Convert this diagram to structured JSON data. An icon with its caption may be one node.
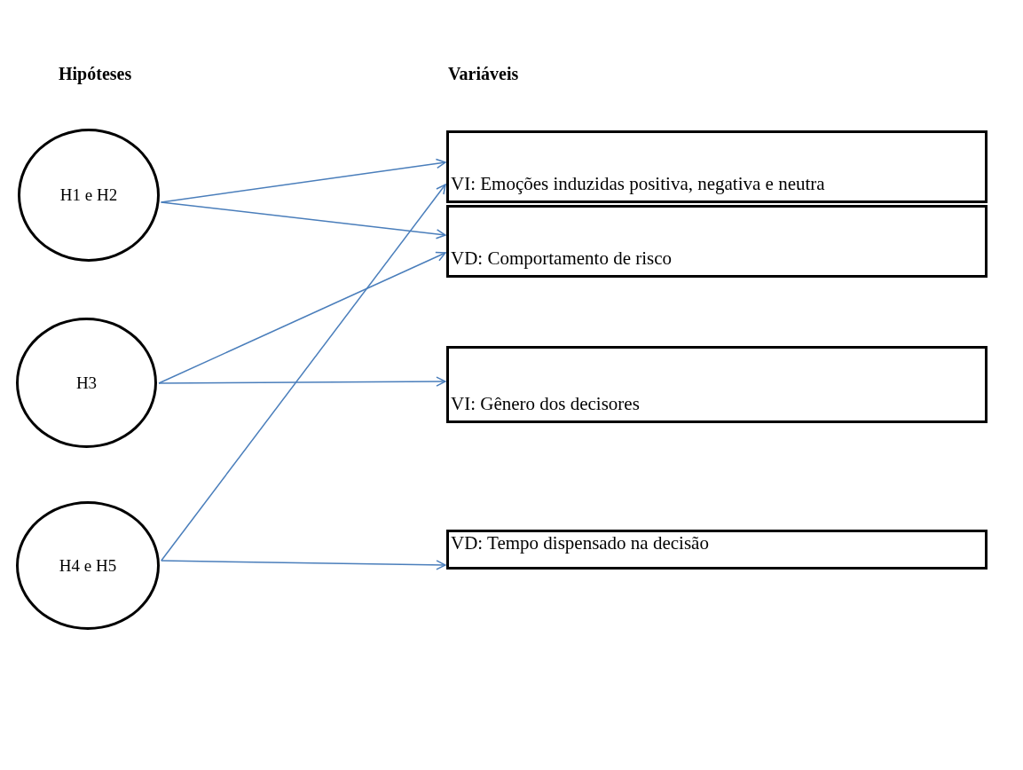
{
  "diagram": {
    "nodes": [
      {
        "text": [
          "H1 e H2"
        ]
      },
      {
        "text": [
          "H3"
        ]
      },
      {
        "text": [
          "H4 e H5"
        ]
      },
      {
        "text": [
          "VI: Emoções induzidas positiva, negativa e neutra"
        ]
      },
      {
        "text": [
          "VD: Comportamento de risco"
        ]
      },
      {
        "text": [
          "VI: Gênero dos decisores"
        ]
      },
      {
        "text": [
          "VD: Tempo dispensado na decisão"
        ]
      }
    ],
    "edges": [
      {
        "from": 0,
        "to": 3,
        "arrow": "to"
      },
      {
        "from": 0,
        "to": 4,
        "arrow": "to"
      },
      {
        "from": 1,
        "to": 4,
        "arrow": "to"
      },
      {
        "from": 1,
        "to": 5,
        "arrow": "to"
      },
      {
        "from": 2,
        "to": 3,
        "arrow": "to"
      },
      {
        "from": 2,
        "to": 6,
        "arrow": "to"
      }
    ],
    "labels": [
      "Hipóteses",
      "Variáveis"
    ]
  }
}
